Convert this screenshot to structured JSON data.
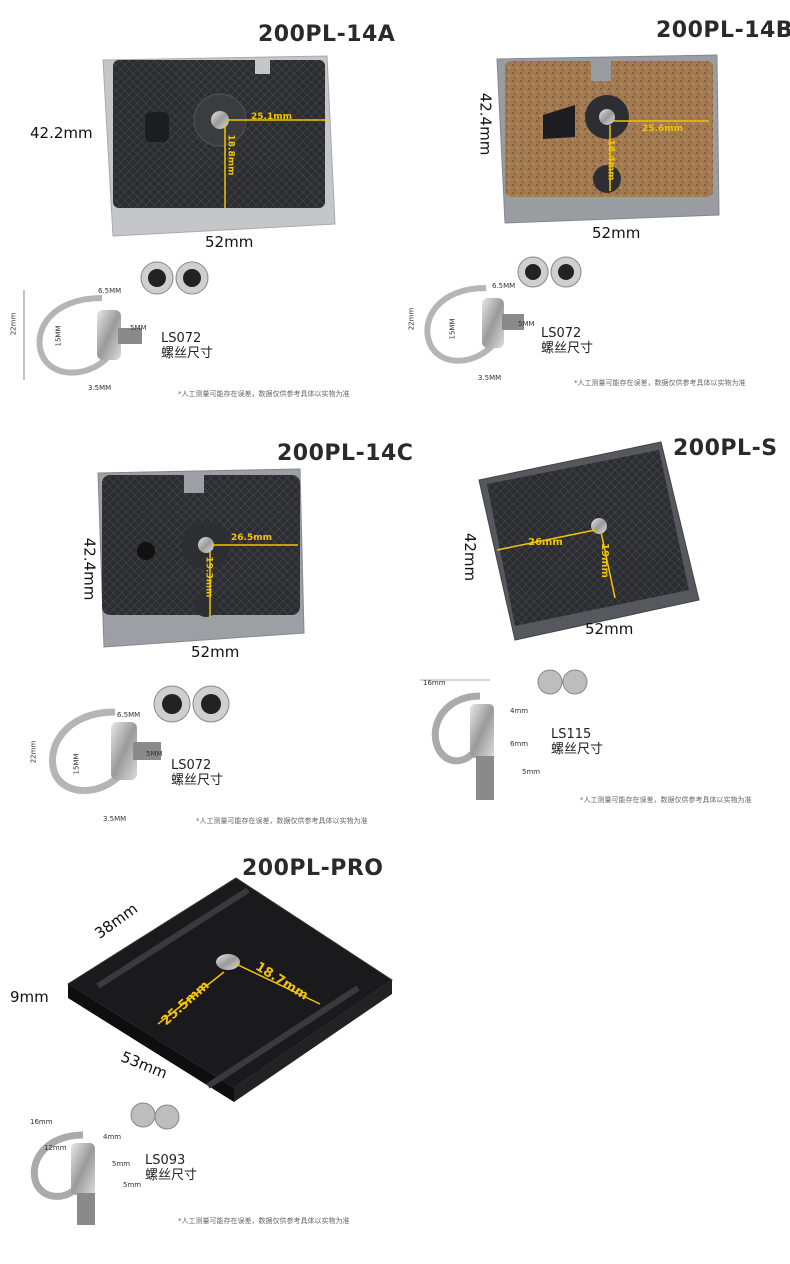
{
  "products": [
    {
      "title": "200PL-14A",
      "width_label": "52mm",
      "height_label": "42.2mm",
      "offset_x": "25.1mm",
      "offset_y": "18.8mm",
      "screw": {
        "model": "LS072",
        "caption": "螺丝尺寸",
        "dims": [
          "6.5MM",
          "22mm",
          "15MM",
          "5MM",
          "3.5MM"
        ]
      },
      "note": "*人工测量可能存在误差，数据仅供参考具体以实物为准"
    },
    {
      "title": "200PL-14B",
      "width_label": "52mm",
      "height_label": "42.4mm",
      "offset_x": "25.6mm",
      "offset_y": "18.4mm",
      "screw": {
        "model": "LS072",
        "caption": "螺丝尺寸",
        "dims": [
          "6.5MM",
          "22mm",
          "15MM",
          "5MM",
          "3.5MM"
        ]
      },
      "note": "*人工测量可能存在误差，数据仅供参考具体以实物为准"
    },
    {
      "title": "200PL-14C",
      "width_label": "52mm",
      "height_label": "42.4mm",
      "offset_x": "26.5mm",
      "offset_y": "19.3mm",
      "screw": {
        "model": "LS072",
        "caption": "螺丝尺寸",
        "dims": [
          "6.5MM",
          "22mm",
          "15MM",
          "5MM",
          "3.5MM"
        ]
      },
      "note": "*人工测量可能存在误差，数据仅供参考具体以实物为准"
    },
    {
      "title": "200PL-S",
      "width_label": "52mm",
      "height_label": "42mm",
      "offset_x": "26mm",
      "offset_y": "19mm",
      "screw": {
        "model": "LS115",
        "caption": "螺丝尺寸",
        "dims": [
          "16mm",
          "4mm",
          "6mm",
          "5mm"
        ]
      },
      "note": "*人工测量可能存在误差，数据仅供参考具体以实物为准"
    },
    {
      "title": "200PL-PRO",
      "width_label": "53mm",
      "depth_label": "38mm",
      "height_label": "9mm",
      "offset_x": "18.7mm",
      "offset_y": "25.5mm",
      "screw": {
        "model": "LS093",
        "caption": "螺丝尺寸",
        "dims": [
          "16mm",
          "12mm",
          "4mm",
          "5mm",
          "5mm"
        ]
      },
      "note": "*人工测量可能存在误差，数据仅供参考具体以实物为准"
    }
  ]
}
